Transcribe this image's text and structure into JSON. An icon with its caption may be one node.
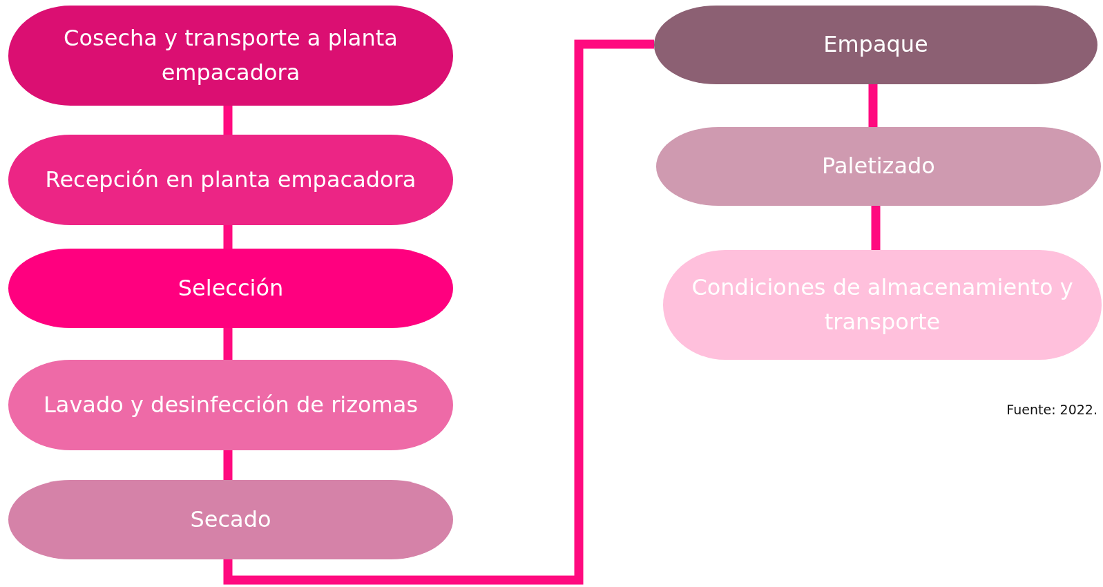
{
  "diagram": {
    "nodes": [
      {
        "text": [
          "Cosecha y transporte a planta empacadora"
        ]
      },
      {
        "text": [
          "Recepción en planta empacadora"
        ]
      },
      {
        "text": [
          "Selección"
        ]
      },
      {
        "text": [
          "Lavado y desinfección de rizomas"
        ]
      },
      {
        "text": [
          "Secado"
        ]
      },
      {
        "text": [
          "Empaque"
        ]
      },
      {
        "text": [
          "Paletizado"
        ]
      },
      {
        "text": [
          "Condiciones de almacenamiento y transporte"
        ]
      }
    ],
    "edges": [
      {
        "from": 0,
        "to": 1,
        "arrow": "none"
      },
      {
        "from": 1,
        "to": 2,
        "arrow": "none"
      },
      {
        "from": 2,
        "to": 3,
        "arrow": "none"
      },
      {
        "from": 3,
        "to": 4,
        "arrow": "none"
      },
      {
        "from": 4,
        "to": 5,
        "arrow": "none"
      },
      {
        "from": 5,
        "to": 6,
        "arrow": "none"
      },
      {
        "from": 6,
        "to": 7,
        "arrow": "none"
      }
    ],
    "labels": [
      "Fuente: 2022."
    ]
  }
}
